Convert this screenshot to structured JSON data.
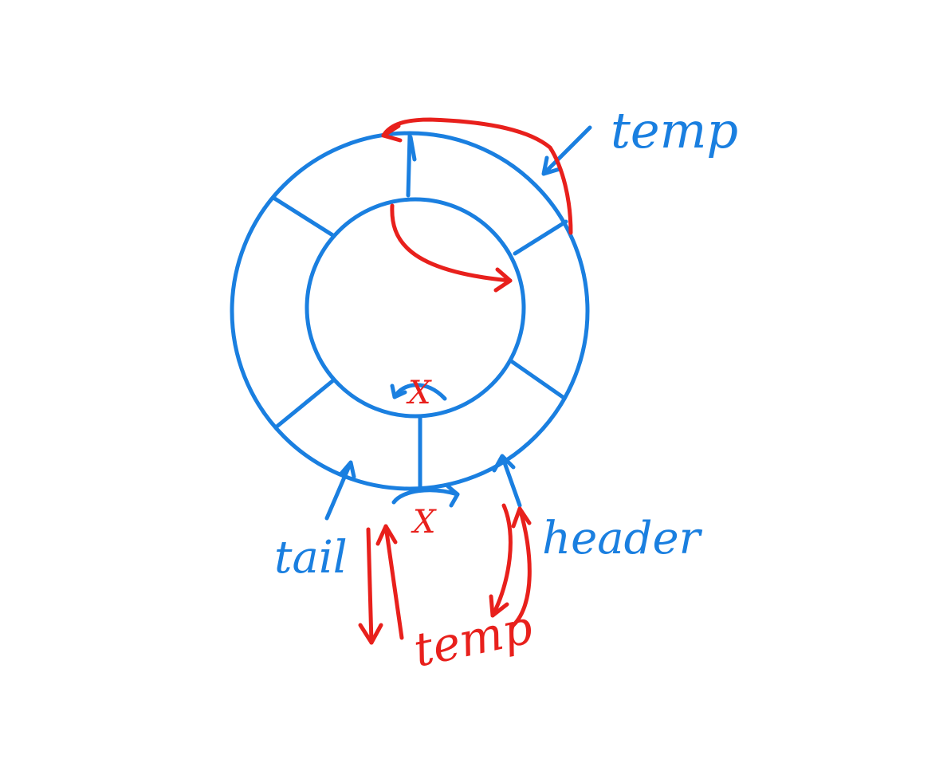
{
  "colors": {
    "background": "#ffffff",
    "structure": "#1a7fe0",
    "annotation": "#e8201c"
  },
  "labels": {
    "temp_top": "temp",
    "tail": "tail",
    "header": "header",
    "temp_bottom": "temp",
    "removed_mark_inner": "X",
    "removed_mark_outer": "X"
  }
}
